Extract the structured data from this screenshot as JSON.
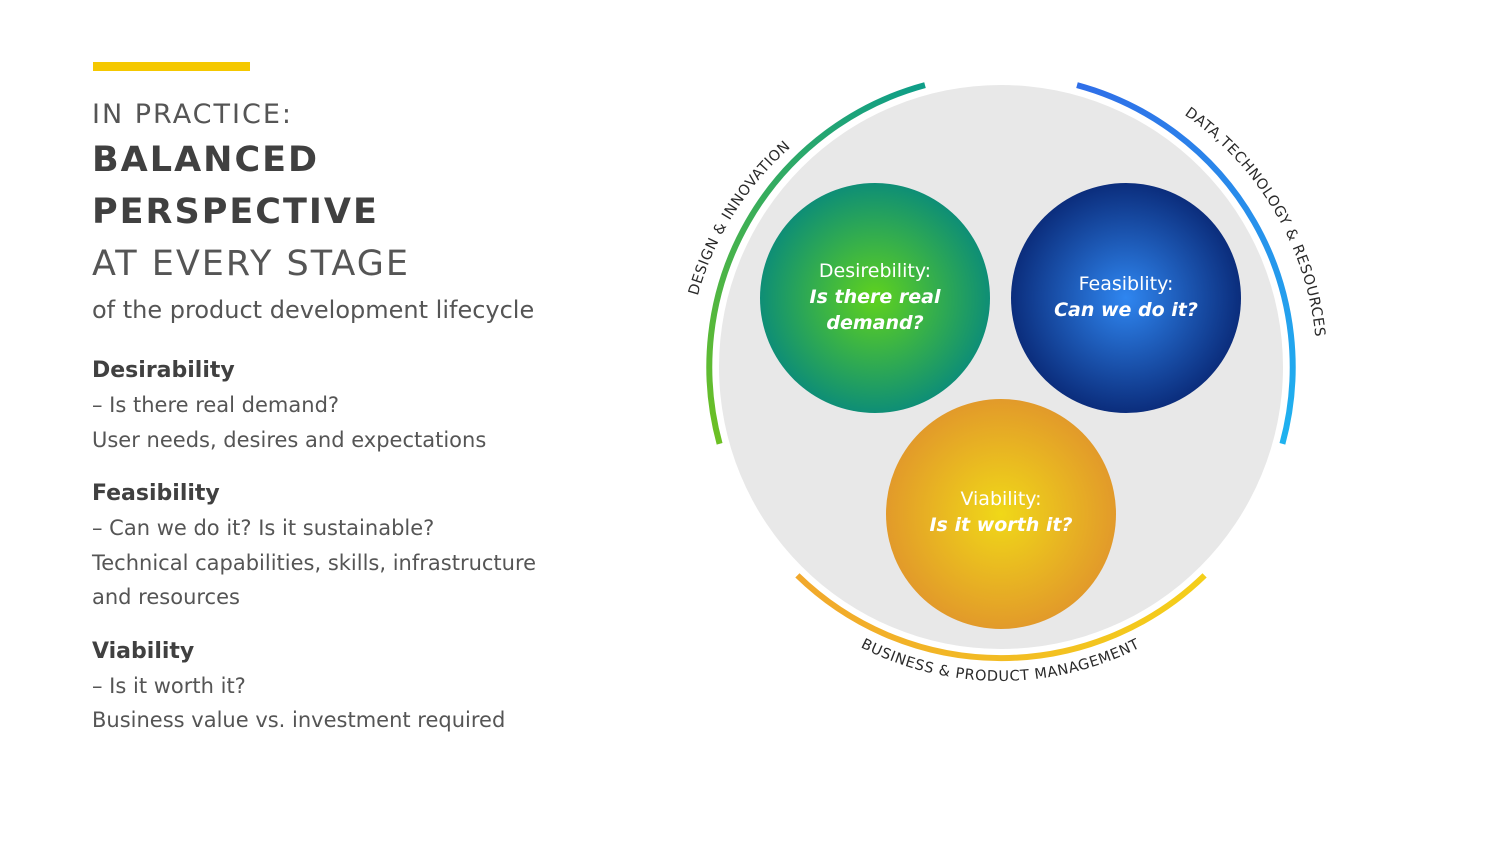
{
  "heading": {
    "kicker": "IN PRACTICE:",
    "title_lines": [
      "BALANCED",
      "PERSPECTIVE"
    ],
    "stage": "AT EVERY STAGE",
    "subtitle": "of the product development lifecycle"
  },
  "criteria": [
    {
      "name": "Desirability",
      "lines": [
        "– Is there real demand?",
        "User needs, desires and expectations"
      ]
    },
    {
      "name": "Feasibility",
      "lines": [
        "– Can we do it? Is it sustainable?",
        "Technical capabilities, skills, infrastructure",
        "and resources"
      ]
    },
    {
      "name": "Viability",
      "lines": [
        "– Is it worth it?",
        "Business value vs. investment required"
      ]
    }
  ],
  "diagram": {
    "arcs": [
      {
        "label": "DESIGN & INNOVATION",
        "colors": [
          "#6cc024",
          "#0f9e88"
        ]
      },
      {
        "label": "DATA,TECHNOLOGY & RESOURCES",
        "colors": [
          "#2f6fe8",
          "#1fb2ef"
        ]
      },
      {
        "label": "BUSINESS & PRODUCT MANAGEMENT",
        "colors": [
          "#f1a82c",
          "#f4cf1a"
        ]
      }
    ],
    "bubbles": [
      {
        "title": "Desirebility:",
        "question_lines": [
          "Is there real",
          "demand?"
        ],
        "colors": [
          "#5fd21e",
          "#0e8e76"
        ]
      },
      {
        "title": "Feasiblity:",
        "question_lines": [
          "Can we do it?"
        ],
        "colors": [
          "#2f86f0",
          "#0b2d7c"
        ]
      },
      {
        "title": "Viability:",
        "question_lines": [
          "Is it worth it?"
        ],
        "colors": [
          "#f0d818",
          "#e29a2a"
        ]
      }
    ],
    "background_color": "#e8e8e8"
  },
  "accent_color": "#f5c800"
}
